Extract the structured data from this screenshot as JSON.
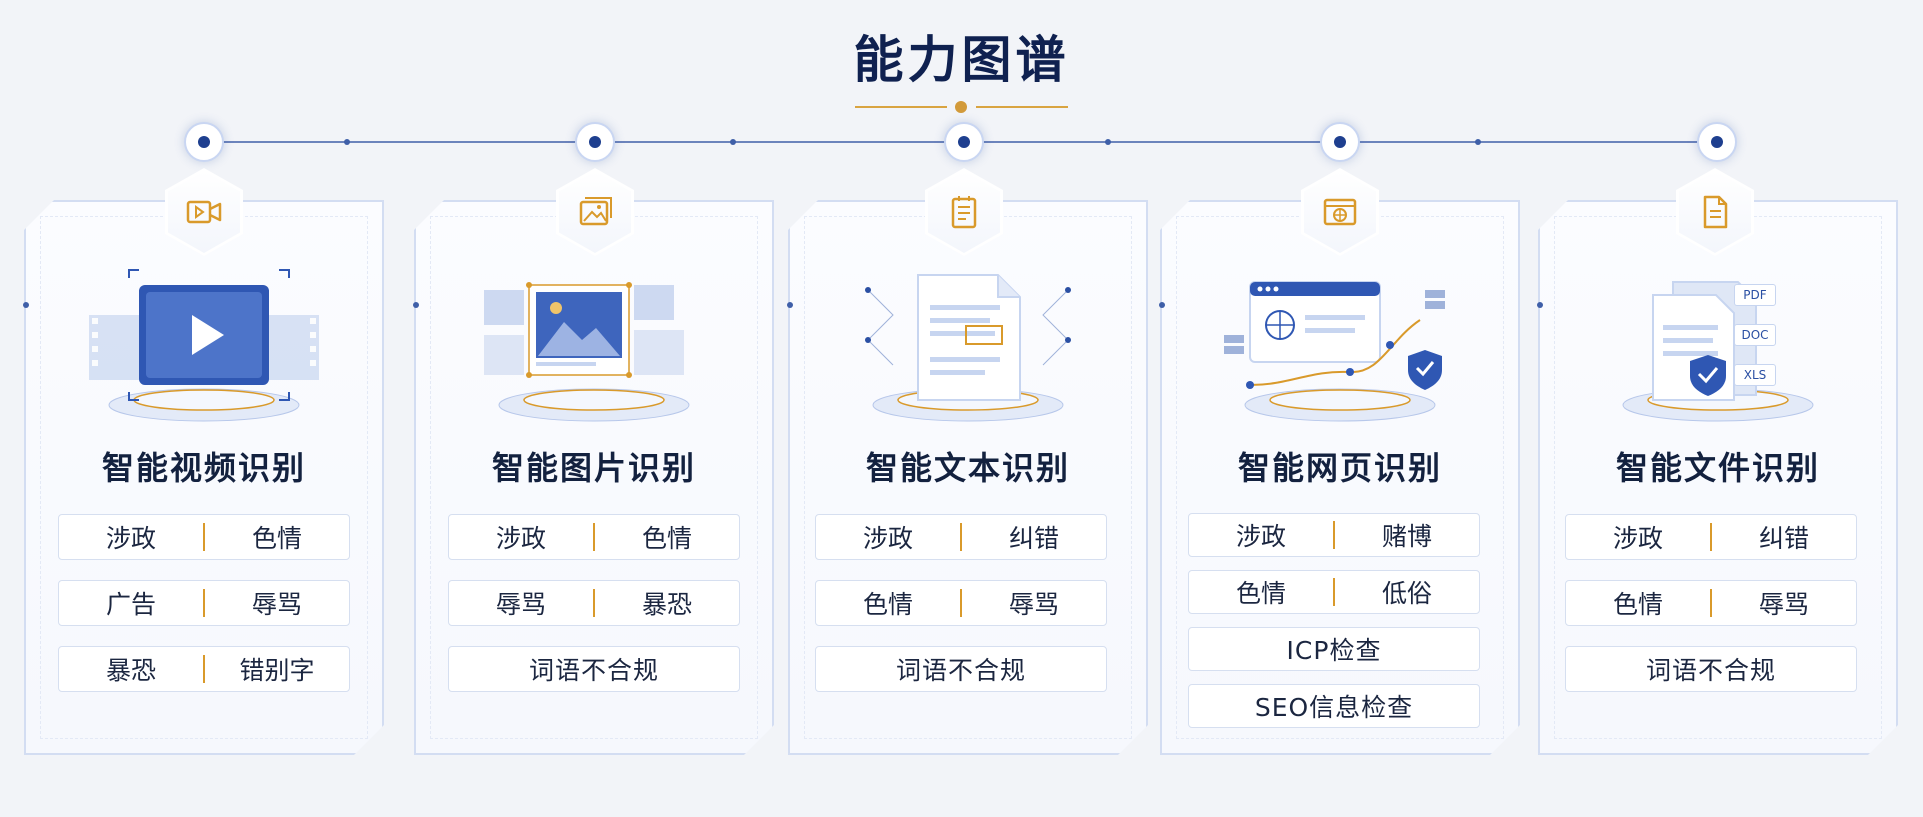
{
  "page": {
    "title": "能力图谱"
  },
  "cards": [
    {
      "title": "智能视频识别",
      "icon": "video-icon",
      "rows": [
        [
          "涉政",
          "色情"
        ],
        [
          "广告",
          "辱骂"
        ],
        [
          "暴恐",
          "错别字"
        ]
      ]
    },
    {
      "title": "智能图片识别",
      "icon": "image-icon",
      "rows": [
        [
          "涉政",
          "色情"
        ],
        [
          "辱骂",
          "暴恐"
        ],
        [
          "词语不合规"
        ]
      ]
    },
    {
      "title": "智能文本识别",
      "icon": "text-document-icon",
      "rows": [
        [
          "涉政",
          "纠错"
        ],
        [
          "色情",
          "辱骂"
        ],
        [
          "词语不合规"
        ]
      ]
    },
    {
      "title": "智能网页识别",
      "icon": "webpage-icon",
      "rows": [
        [
          "涉政",
          "赌博"
        ],
        [
          "色情",
          "低俗"
        ],
        [
          "ICP检查"
        ],
        [
          "SEO信息检查"
        ]
      ]
    },
    {
      "title": "智能文件识别",
      "icon": "file-icon",
      "file_badges": [
        "PDF",
        "DOC",
        "XLS"
      ],
      "rows": [
        [
          "涉政",
          "纠错"
        ],
        [
          "色情",
          "辱骂"
        ],
        [
          "词语不合规"
        ]
      ]
    }
  ],
  "colors": {
    "accent_gold": "#d99a2b",
    "primary_blue": "#2a4fa3",
    "title_navy": "#0f2150"
  }
}
